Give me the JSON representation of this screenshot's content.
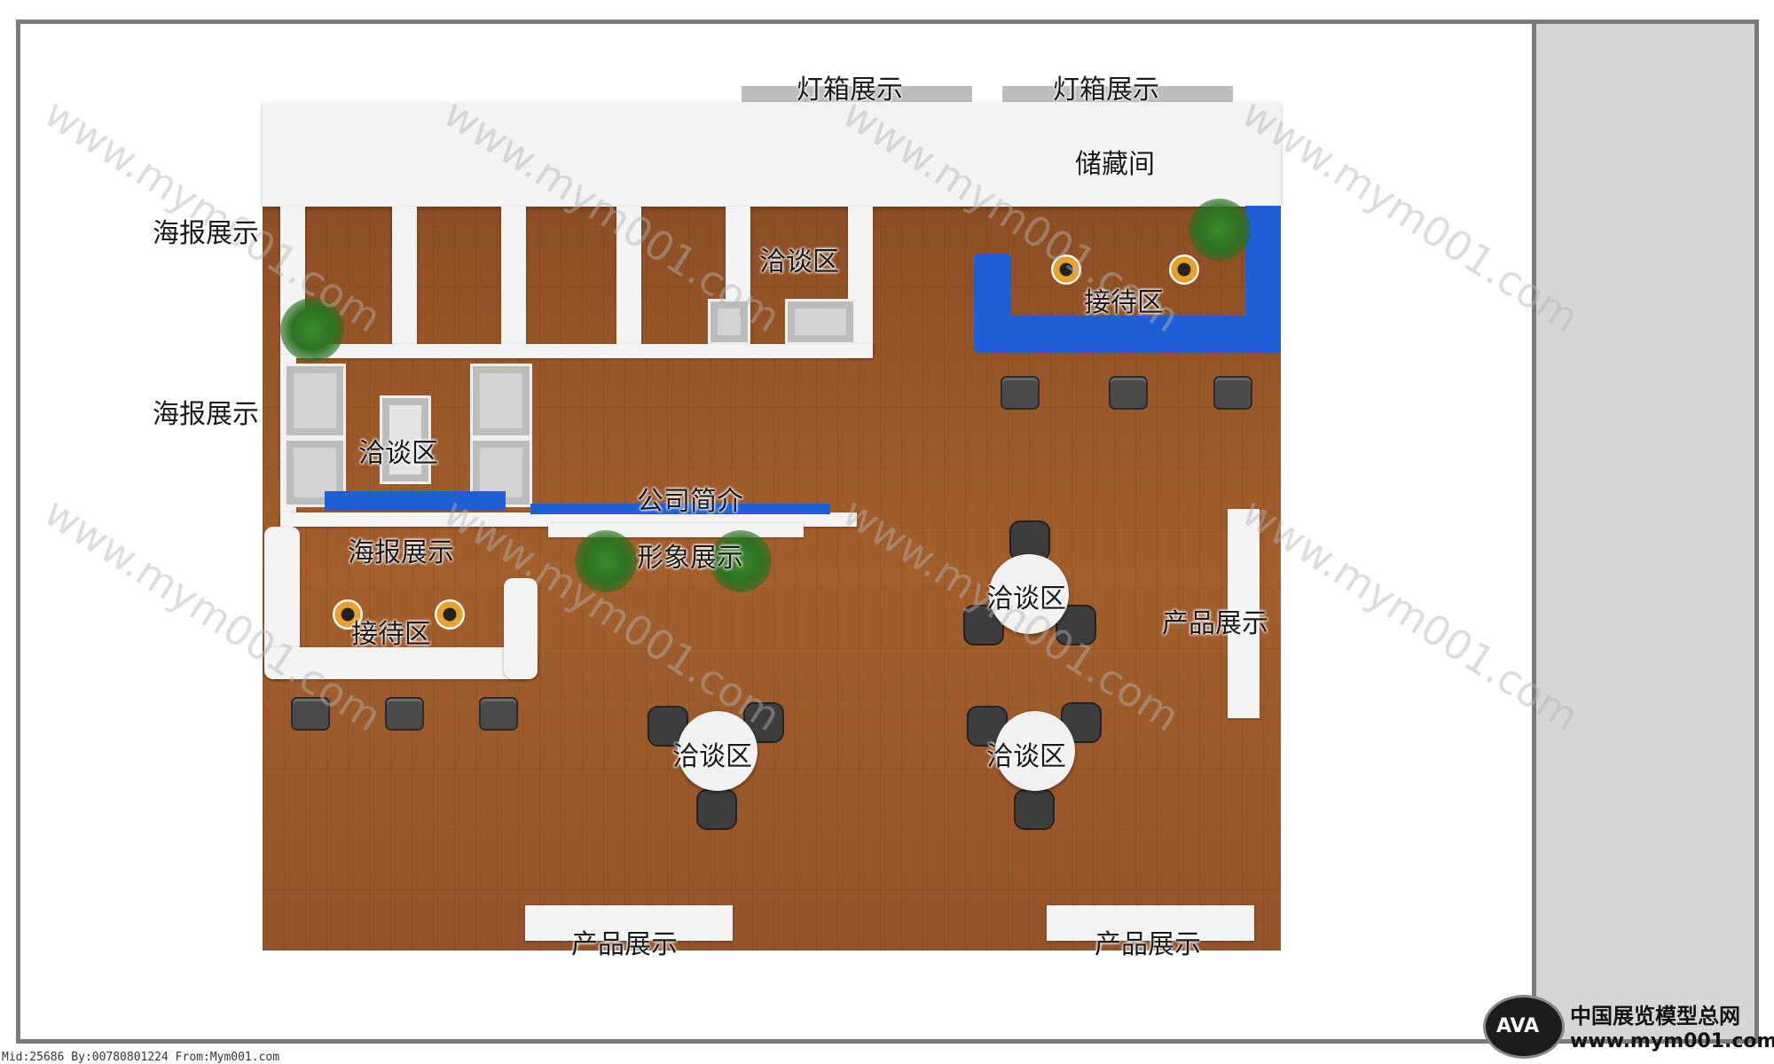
{
  "labels": {
    "lightbox_1": "灯箱展示",
    "lightbox_2": "灯箱展示",
    "storage": "储藏间",
    "poster_1": "海报展示",
    "poster_2": "海报展示",
    "poster_3": "海报展示",
    "negotiation_top": "洽谈区",
    "negotiation_left": "洽谈区",
    "negotiation_mid_right": "洽谈区",
    "negotiation_bottom_left": "洽谈区",
    "negotiation_bottom_right": "洽谈区",
    "reception_top": "接待区",
    "reception_left": "接待区",
    "company_intro": "公司简介",
    "image_display": "形象展示",
    "product_right": "产品展示",
    "product_bottom_left": "产品展示",
    "product_bottom_right": "产品展示"
  },
  "watermark": "www.mym001.com",
  "brand": {
    "logo": "AVA",
    "name": "中国展览模型总网",
    "url": "www.mym001.com"
  },
  "footer": "Mid:25686 By:00780801224 From:Mym001.com",
  "colors": {
    "floor": "#a45f2c",
    "counter": "#1f5fd6",
    "wall": "#f4f4f4"
  }
}
